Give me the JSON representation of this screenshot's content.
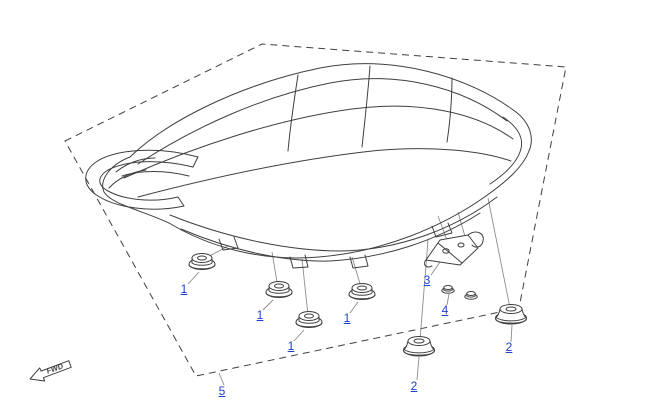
{
  "diagram": {
    "fwd_label": "FWD",
    "callouts": [
      {
        "label": "1"
      },
      {
        "label": "1"
      },
      {
        "label": "1"
      },
      {
        "label": "1"
      },
      {
        "label": "2"
      },
      {
        "label": "2"
      },
      {
        "label": "3"
      },
      {
        "label": "4"
      },
      {
        "label": "5"
      }
    ],
    "colors": {
      "line": "#3f3f3f",
      "leader": "#8c8c8c",
      "callout": "#1a3fd0",
      "background": "#ffffff"
    }
  }
}
